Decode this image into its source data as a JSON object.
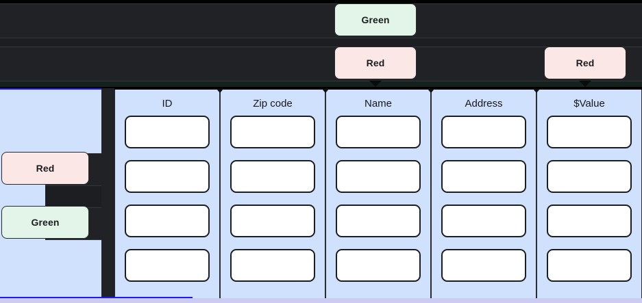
{
  "header": {
    "rows": [
      {
        "name": "top-row-1",
        "badges": [
          {
            "label": "Green",
            "color_name": "green",
            "hex": "#e3f4e9"
          }
        ]
      },
      {
        "name": "top-row-2",
        "badges": [
          {
            "label": "Red",
            "color_name": "red",
            "hex": "#fbe8e6"
          },
          {
            "label": "Red",
            "color_name": "red",
            "hex": "#fbe8e6"
          }
        ]
      }
    ]
  },
  "sidebar": {
    "background_hex": "#cfe1fd",
    "border_hex": "#1a1aff",
    "items": [
      {
        "label": "Red",
        "color_name": "red",
        "hex": "#fbe8e6"
      },
      {
        "label": "Green",
        "color_name": "green",
        "hex": "#e3f4e9"
      }
    ]
  },
  "table": {
    "background_hex": "#cfe1fd",
    "row_count": 4,
    "columns": [
      {
        "header": "ID",
        "cells": [
          "",
          "",
          "",
          ""
        ]
      },
      {
        "header": "Zip code",
        "cells": [
          "",
          "",
          "",
          ""
        ]
      },
      {
        "header": "Name",
        "cells": [
          "",
          "",
          "",
          ""
        ]
      },
      {
        "header": "Address",
        "cells": [
          "",
          "",
          "",
          ""
        ]
      },
      {
        "header": "$Value",
        "cells": [
          "",
          "",
          "",
          ""
        ]
      }
    ]
  }
}
